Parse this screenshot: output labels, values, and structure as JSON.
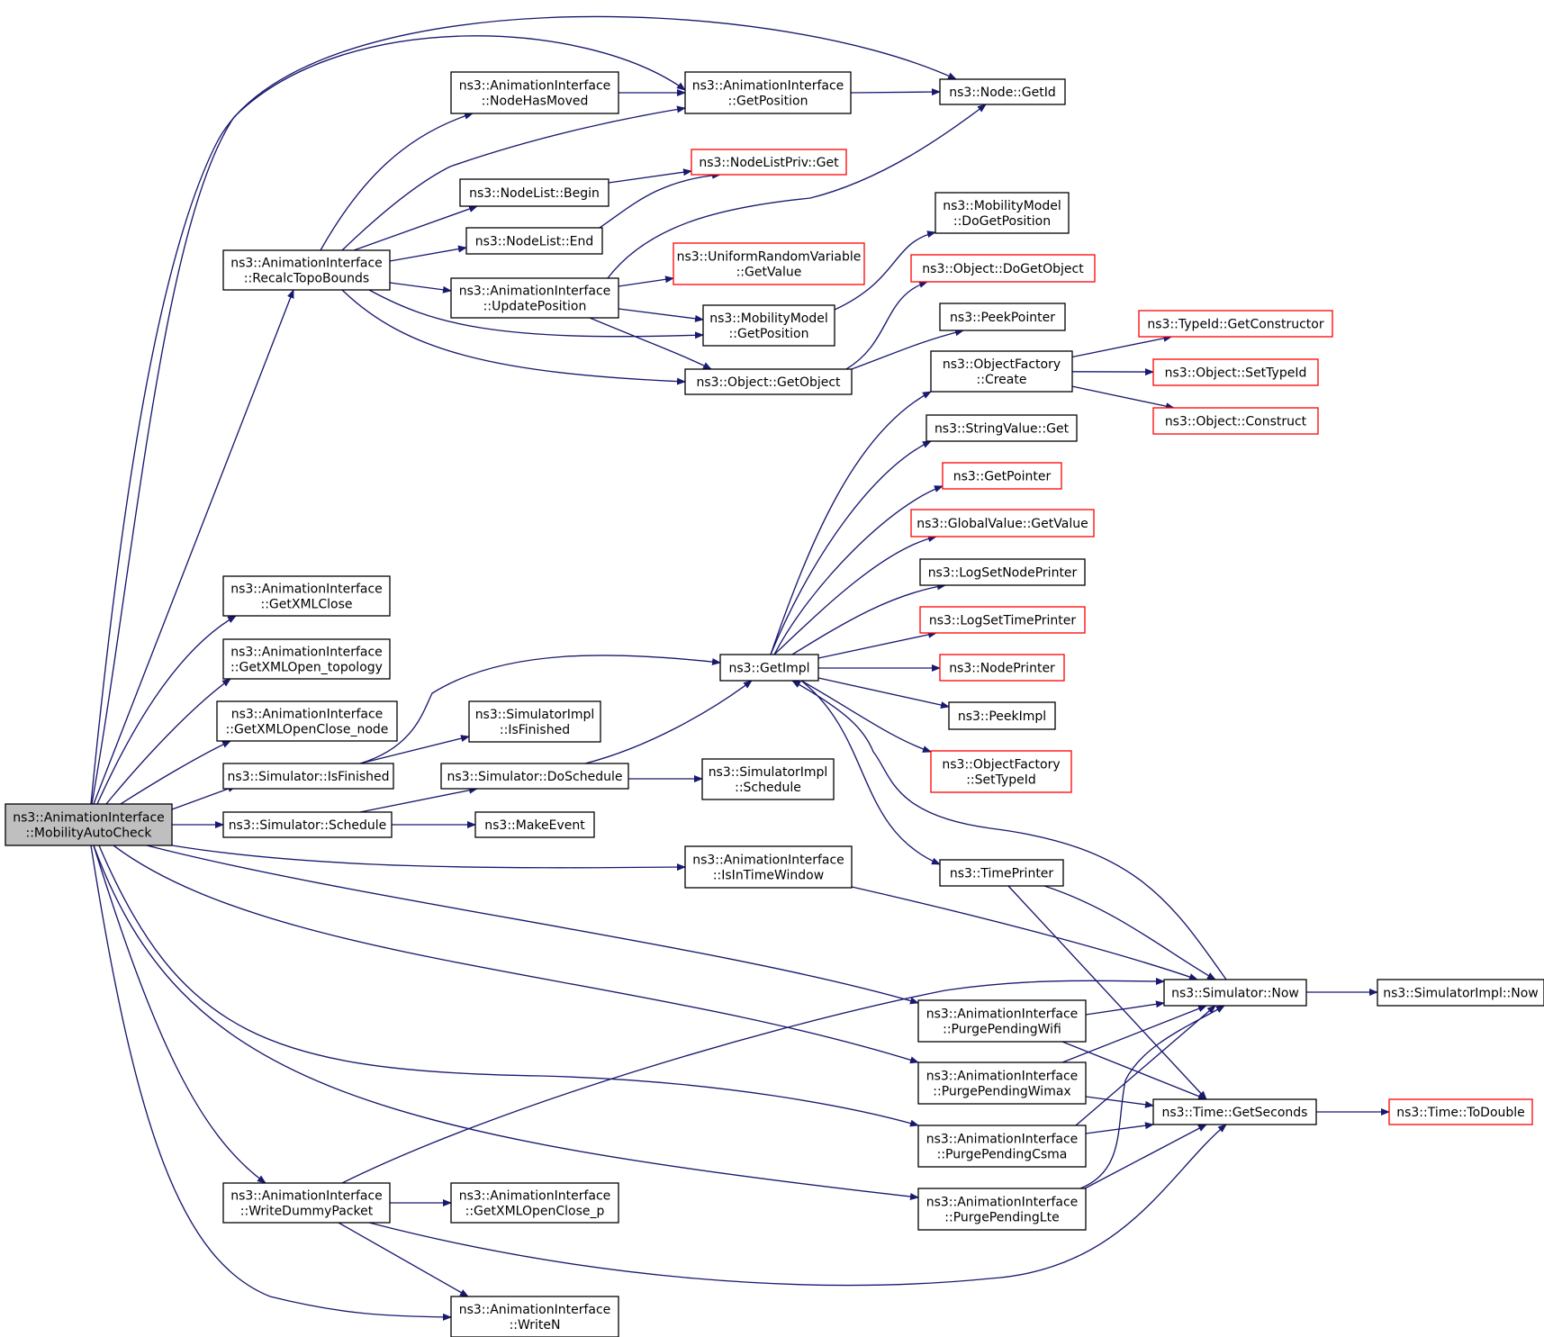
{
  "colors": {
    "edge": "#191970",
    "node_border": "#000000",
    "truncated_node_border": "#ff0000",
    "root_fill": "#bfbfbf",
    "node_fill": "#ffffff"
  },
  "nodes": {
    "root": {
      "lines": [
        "ns3::AnimationInterface",
        "::MobilityAutoCheck"
      ]
    },
    "recalc": {
      "lines": [
        "ns3::AnimationInterface",
        "::RecalcTopoBounds"
      ]
    },
    "getxmlclose": {
      "lines": [
        "ns3::AnimationInterface",
        "::GetXMLClose"
      ]
    },
    "getxmlopen_topology": {
      "lines": [
        "ns3::AnimationInterface",
        "::GetXMLOpen_topology"
      ]
    },
    "getxmlopenclose_node": {
      "lines": [
        "ns3::AnimationInterface",
        "::GetXMLOpenClose_node"
      ]
    },
    "sim_isfinished": {
      "lines": [
        "ns3::Simulator::IsFinished"
      ]
    },
    "sim_schedule": {
      "lines": [
        "ns3::Simulator::Schedule"
      ]
    },
    "writedummypacket": {
      "lines": [
        "ns3::AnimationInterface",
        "::WriteDummyPacket"
      ]
    },
    "nodehasmoved": {
      "lines": [
        "ns3::AnimationInterface",
        "::NodeHasMoved"
      ]
    },
    "nodelist_begin": {
      "lines": [
        "ns3::NodeList::Begin"
      ]
    },
    "nodelist_end": {
      "lines": [
        "ns3::NodeList::End"
      ]
    },
    "updateposition": {
      "lines": [
        "ns3::AnimationInterface",
        "::UpdatePosition"
      ]
    },
    "simimpl_isfinished": {
      "lines": [
        "ns3::SimulatorImpl",
        "::IsFinished"
      ]
    },
    "sim_doschedule": {
      "lines": [
        "ns3::Simulator::DoSchedule"
      ]
    },
    "makeevent": {
      "lines": [
        "ns3::MakeEvent"
      ]
    },
    "getxmlopenclose_p": {
      "lines": [
        "ns3::AnimationInterface",
        "::GetXMLOpenClose_p"
      ]
    },
    "writen": {
      "lines": [
        "ns3::AnimationInterface",
        "::WriteN"
      ]
    },
    "ai_getposition": {
      "lines": [
        "ns3::AnimationInterface",
        "::GetPosition"
      ]
    },
    "nodelistpriv_get": {
      "lines": [
        "ns3::NodeListPriv::Get"
      ]
    },
    "uniformrv_getvalue": {
      "lines": [
        "ns3::UniformRandomVariable",
        "::GetValue"
      ]
    },
    "mm_getposition": {
      "lines": [
        "ns3::MobilityModel",
        "::GetPosition"
      ]
    },
    "object_getobject": {
      "lines": [
        "ns3::Object::GetObject"
      ]
    },
    "getimpl": {
      "lines": [
        "ns3::GetImpl"
      ]
    },
    "simimpl_schedule": {
      "lines": [
        "ns3::SimulatorImpl",
        "::Schedule"
      ]
    },
    "isintimewindow": {
      "lines": [
        "ns3::AnimationInterface",
        "::IsInTimeWindow"
      ]
    },
    "node_getid": {
      "lines": [
        "ns3::Node::GetId"
      ]
    },
    "mm_dogetposition": {
      "lines": [
        "ns3::MobilityModel",
        "::DoGetPosition"
      ]
    },
    "object_dogetobject": {
      "lines": [
        "ns3::Object::DoGetObject"
      ]
    },
    "peekpointer": {
      "lines": [
        "ns3::PeekPointer"
      ]
    },
    "objectfactory_create": {
      "lines": [
        "ns3::ObjectFactory",
        "::Create"
      ]
    },
    "stringvalue_get": {
      "lines": [
        "ns3::StringValue::Get"
      ]
    },
    "getpointer": {
      "lines": [
        "ns3::GetPointer"
      ]
    },
    "globalvalue_getvalue": {
      "lines": [
        "ns3::GlobalValue::GetValue"
      ]
    },
    "logsetnodeprinter": {
      "lines": [
        "ns3::LogSetNodePrinter"
      ]
    },
    "logsettimeprinter": {
      "lines": [
        "ns3::LogSetTimePrinter"
      ]
    },
    "nodeprinter": {
      "lines": [
        "ns3::NodePrinter"
      ]
    },
    "peekimpl": {
      "lines": [
        "ns3::PeekImpl"
      ]
    },
    "objectfactory_settypeid": {
      "lines": [
        "ns3::ObjectFactory",
        "::SetTypeId"
      ]
    },
    "timeprinter": {
      "lines": [
        "ns3::TimePrinter"
      ]
    },
    "purgependingwifi": {
      "lines": [
        "ns3::AnimationInterface",
        "::PurgePendingWifi"
      ]
    },
    "purgependingwimax": {
      "lines": [
        "ns3::AnimationInterface",
        "::PurgePendingWimax"
      ]
    },
    "purgependingcsma": {
      "lines": [
        "ns3::AnimationInterface",
        "::PurgePendingCsma"
      ]
    },
    "purgependinglte": {
      "lines": [
        "ns3::AnimationInterface",
        "::PurgePendingLte"
      ]
    },
    "typeid_getconstructor": {
      "lines": [
        "ns3::TypeId::GetConstructor"
      ]
    },
    "object_settypeid": {
      "lines": [
        "ns3::Object::SetTypeId"
      ]
    },
    "object_construct": {
      "lines": [
        "ns3::Object::Construct"
      ]
    },
    "sim_now": {
      "lines": [
        "ns3::Simulator::Now"
      ]
    },
    "time_getseconds": {
      "lines": [
        "ns3::Time::GetSeconds"
      ]
    },
    "simimpl_now": {
      "lines": [
        "ns3::SimulatorImpl::Now"
      ]
    },
    "time_todouble": {
      "lines": [
        "ns3::Time::ToDouble"
      ]
    }
  },
  "truncated": [
    "nodelistpriv_get",
    "uniformrv_getvalue",
    "object_dogetobject",
    "getpointer",
    "globalvalue_getvalue",
    "logsettimeprinter",
    "nodeprinter",
    "objectfactory_settypeid",
    "typeid_getconstructor",
    "object_settypeid",
    "object_construct",
    "time_todouble"
  ],
  "edges": [
    [
      "root",
      "recalc"
    ],
    [
      "root",
      "getxmlclose"
    ],
    [
      "root",
      "getxmlopen_topology"
    ],
    [
      "root",
      "getxmlopenclose_node"
    ],
    [
      "root",
      "sim_isfinished"
    ],
    [
      "root",
      "sim_schedule"
    ],
    [
      "root",
      "writedummypacket"
    ],
    [
      "root",
      "writen"
    ],
    [
      "root",
      "isintimewindow"
    ],
    [
      "root",
      "purgependingwifi"
    ],
    [
      "root",
      "purgependingwimax"
    ],
    [
      "root",
      "purgependingcsma"
    ],
    [
      "root",
      "purgependinglte"
    ],
    [
      "root",
      "ai_getposition"
    ],
    [
      "root",
      "node_getid"
    ],
    [
      "recalc",
      "nodehasmoved"
    ],
    [
      "recalc",
      "ai_getposition"
    ],
    [
      "recalc",
      "nodelist_begin"
    ],
    [
      "recalc",
      "nodelist_end"
    ],
    [
      "recalc",
      "updateposition"
    ],
    [
      "recalc",
      "mm_getposition"
    ],
    [
      "recalc",
      "object_getobject"
    ],
    [
      "nodehasmoved",
      "ai_getposition"
    ],
    [
      "ai_getposition",
      "node_getid"
    ],
    [
      "nodelist_begin",
      "nodelistpriv_get"
    ],
    [
      "nodelist_end",
      "nodelistpriv_get"
    ],
    [
      "updateposition",
      "node_getid"
    ],
    [
      "updateposition",
      "uniformrv_getvalue"
    ],
    [
      "updateposition",
      "mm_getposition"
    ],
    [
      "updateposition",
      "object_getobject"
    ],
    [
      "mm_getposition",
      "mm_dogetposition"
    ],
    [
      "object_getobject",
      "object_dogetobject"
    ],
    [
      "object_getobject",
      "peekpointer"
    ],
    [
      "sim_isfinished",
      "getimpl"
    ],
    [
      "sim_isfinished",
      "simimpl_isfinished"
    ],
    [
      "sim_schedule",
      "sim_doschedule"
    ],
    [
      "sim_schedule",
      "makeevent"
    ],
    [
      "sim_doschedule",
      "getimpl"
    ],
    [
      "sim_doschedule",
      "simimpl_schedule"
    ],
    [
      "getimpl",
      "objectfactory_create"
    ],
    [
      "getimpl",
      "stringvalue_get"
    ],
    [
      "getimpl",
      "getpointer"
    ],
    [
      "getimpl",
      "globalvalue_getvalue"
    ],
    [
      "getimpl",
      "logsetnodeprinter"
    ],
    [
      "getimpl",
      "logsettimeprinter"
    ],
    [
      "getimpl",
      "nodeprinter"
    ],
    [
      "getimpl",
      "peekimpl"
    ],
    [
      "getimpl",
      "objectfactory_settypeid"
    ],
    [
      "getimpl",
      "timeprinter"
    ],
    [
      "objectfactory_create",
      "typeid_getconstructor"
    ],
    [
      "objectfactory_create",
      "object_settypeid"
    ],
    [
      "objectfactory_create",
      "object_construct"
    ],
    [
      "sim_now",
      "getimpl"
    ],
    [
      "timeprinter",
      "sim_now"
    ],
    [
      "timeprinter",
      "time_getseconds"
    ],
    [
      "isintimewindow",
      "sim_now"
    ],
    [
      "purgependingwifi",
      "sim_now"
    ],
    [
      "purgependingwifi",
      "time_getseconds"
    ],
    [
      "purgependingwimax",
      "sim_now"
    ],
    [
      "purgependingwimax",
      "time_getseconds"
    ],
    [
      "purgependingcsma",
      "sim_now"
    ],
    [
      "purgependingcsma",
      "time_getseconds"
    ],
    [
      "purgependinglte",
      "sim_now"
    ],
    [
      "purgependinglte",
      "time_getseconds"
    ],
    [
      "writedummypacket",
      "sim_now"
    ],
    [
      "writedummypacket",
      "getxmlopenclose_p"
    ],
    [
      "writedummypacket",
      "writen"
    ],
    [
      "writedummypacket",
      "time_getseconds"
    ],
    [
      "sim_now",
      "simimpl_now"
    ],
    [
      "time_getseconds",
      "time_todouble"
    ]
  ]
}
